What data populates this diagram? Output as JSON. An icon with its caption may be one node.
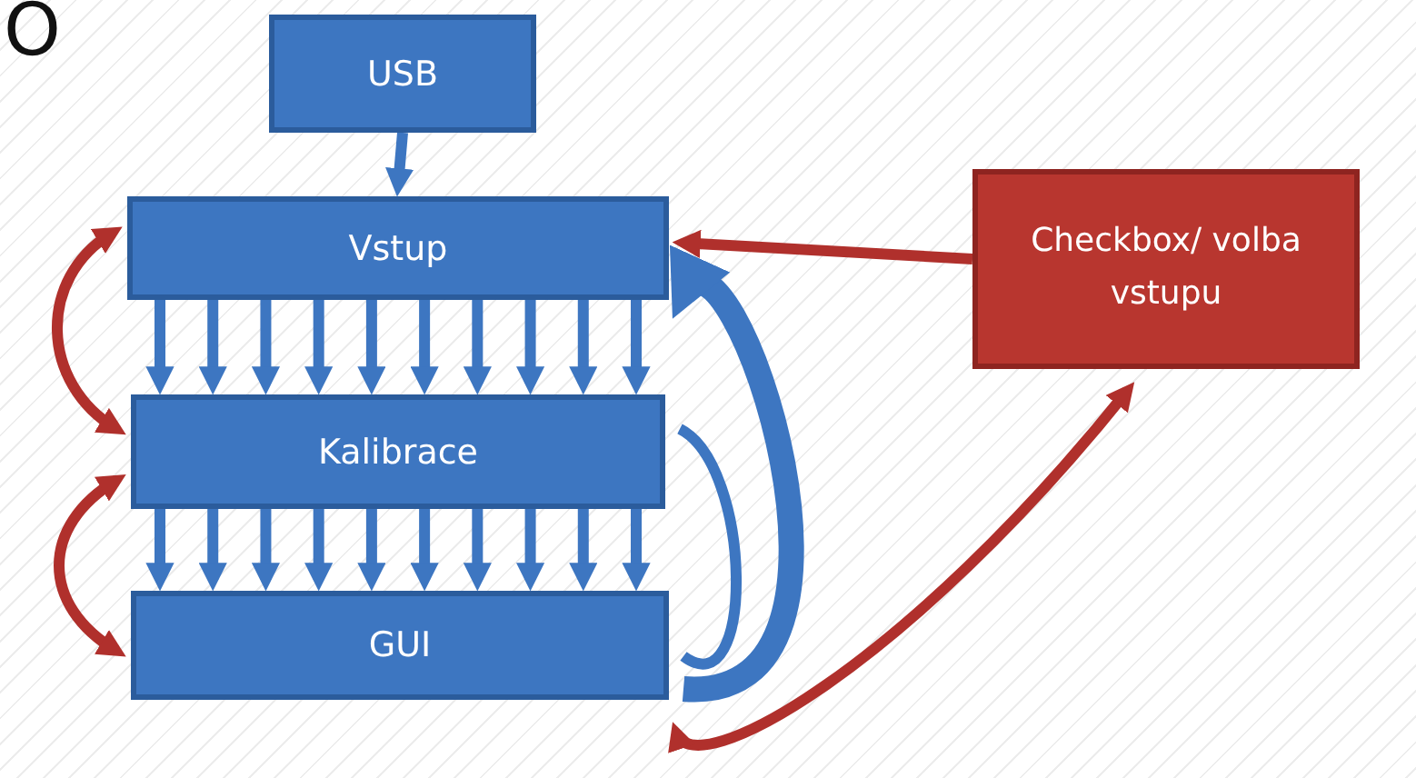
{
  "diagram": {
    "nodes": [
      {
        "text": [
          "USB"
        ]
      },
      {
        "text": [
          "Vstup"
        ]
      },
      {
        "text": [
          "Kalibrace"
        ]
      },
      {
        "text": [
          "GUI"
        ]
      },
      {
        "text": [
          "Checkbox/ volba vstupu"
        ]
      }
    ],
    "edges": [
      {
        "from": 0,
        "to": 1,
        "arrow": "to"
      },
      {
        "from": 1,
        "to": 2,
        "arrow": "to"
      },
      {
        "from": 1,
        "to": 2,
        "arrow": "to"
      },
      {
        "from": 1,
        "to": 2,
        "arrow": "to"
      },
      {
        "from": 1,
        "to": 2,
        "arrow": "to"
      },
      {
        "from": 1,
        "to": 2,
        "arrow": "to"
      },
      {
        "from": 1,
        "to": 2,
        "arrow": "to"
      },
      {
        "from": 1,
        "to": 2,
        "arrow": "to"
      },
      {
        "from": 1,
        "to": 2,
        "arrow": "to"
      },
      {
        "from": 1,
        "to": 2,
        "arrow": "to"
      },
      {
        "from": 1,
        "to": 2,
        "arrow": "to"
      },
      {
        "from": 2,
        "to": 3,
        "arrow": "to"
      },
      {
        "from": 2,
        "to": 3,
        "arrow": "to"
      },
      {
        "from": 2,
        "to": 3,
        "arrow": "to"
      },
      {
        "from": 2,
        "to": 3,
        "arrow": "to"
      },
      {
        "from": 2,
        "to": 3,
        "arrow": "to"
      },
      {
        "from": 2,
        "to": 3,
        "arrow": "to"
      },
      {
        "from": 2,
        "to": 3,
        "arrow": "to"
      },
      {
        "from": 2,
        "to": 3,
        "arrow": "to"
      },
      {
        "from": 2,
        "to": 3,
        "arrow": "to"
      },
      {
        "from": 2,
        "to": 3,
        "arrow": "to"
      },
      {
        "from": 1,
        "to": 2,
        "arrow": "both",
        "color": "#b0302c"
      },
      {
        "from": 2,
        "to": 3,
        "arrow": "both",
        "color": "#b0302c"
      },
      {
        "from": 4,
        "to": 1,
        "arrow": "to",
        "color": "#b0302c"
      },
      {
        "from": 3,
        "to": 1,
        "arrow": "to",
        "style": "thick"
      },
      {
        "from": 2,
        "to": 3,
        "arrow": "none"
      },
      {
        "from": 3,
        "to": 4,
        "arrow": "both",
        "color": "#b0302c"
      }
    ],
    "labels": [
      "O"
    ]
  }
}
